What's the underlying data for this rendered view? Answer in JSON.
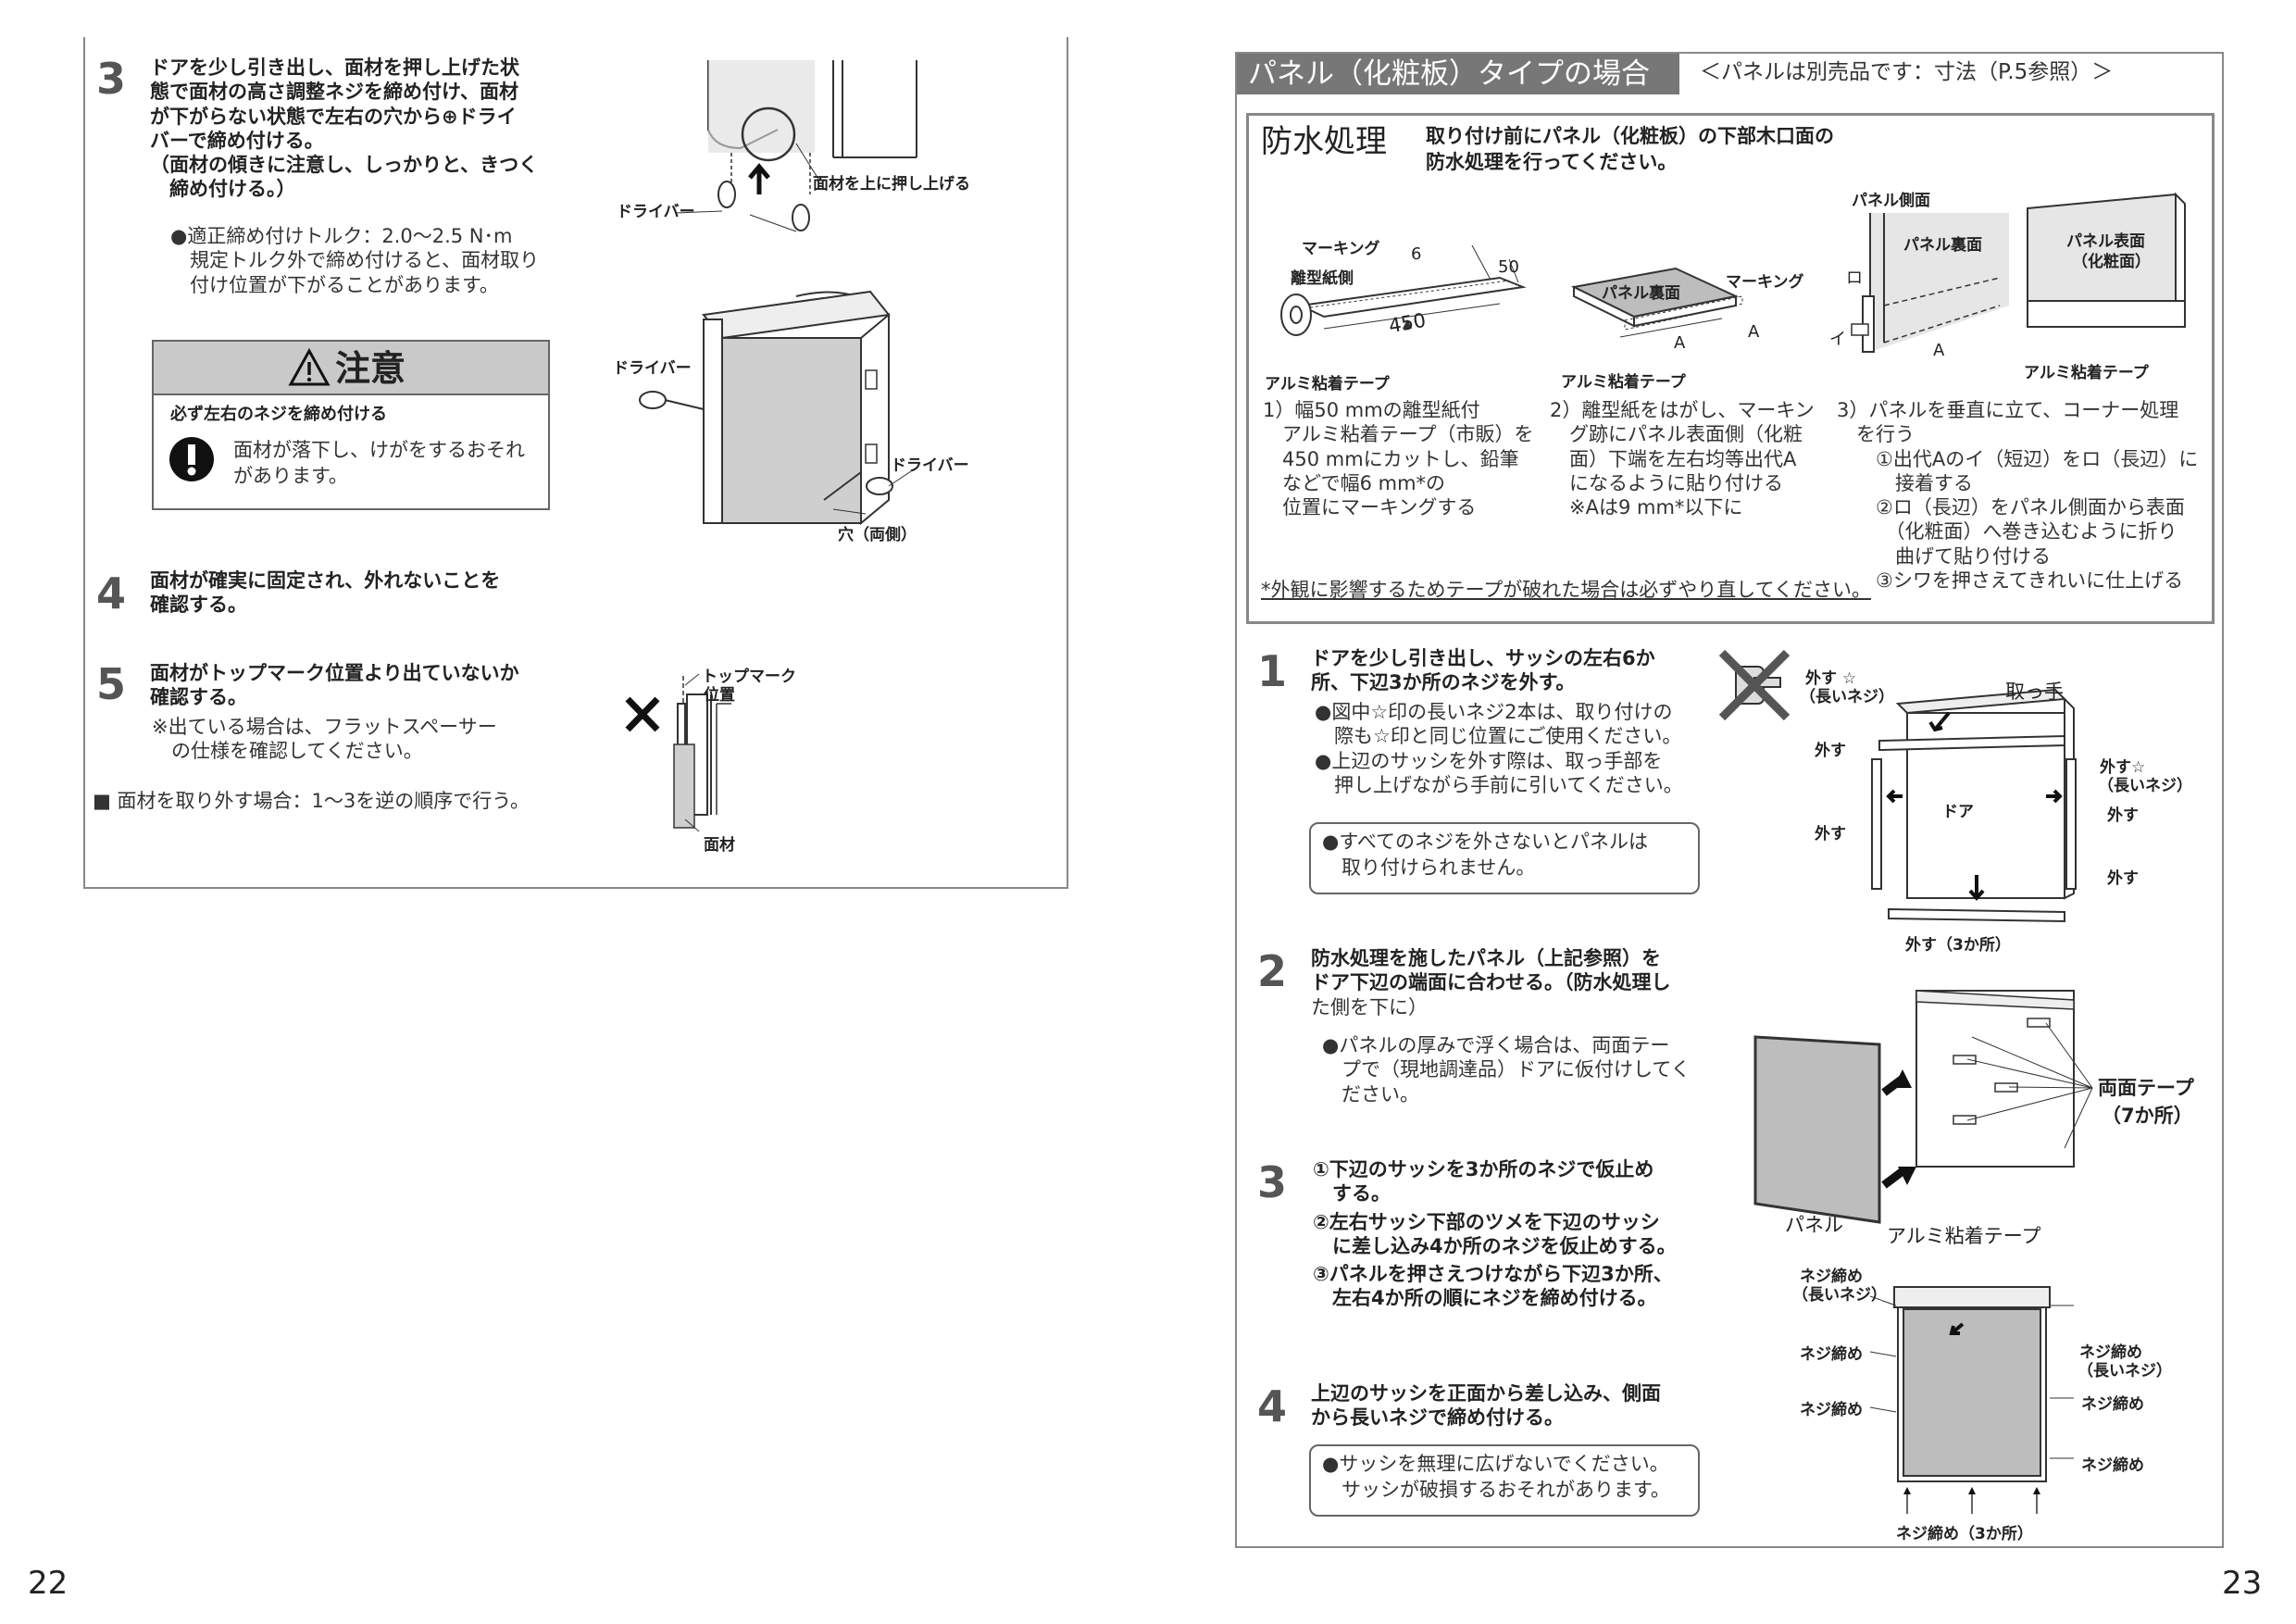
{
  "left": {
    "step3": {
      "num": "3",
      "lines": [
        "ドアを少し引き出し、面材を押し上げた状",
        "態で面材の高さ調整ネジを締め付け、面材",
        "が下がらない状態で左右の穴から⊕ドライ",
        "バーで締め付ける。",
        "（面材の傾きに注意し、しっかりと、きつく",
        "　締め付ける。）"
      ],
      "bullet": [
        "●適正締め付けトルク：2.0〜2.5 N･m",
        "　規定トルク外で締め付けると、面材取り",
        "　付け位置が下がることがあります。"
      ],
      "fig_labels": {
        "driver1": "ドライバー",
        "push_up": "面材を上に押し上げる",
        "driver2": "ドライバー",
        "driver3": "ドライバー",
        "hole": "穴（両側）"
      }
    },
    "caution": {
      "title": "注意",
      "line1": "必ず左右のネジを締め付ける",
      "line2": "面材が落下し、けがをするおそれ",
      "line3": "があります。"
    },
    "step4": {
      "num": "4",
      "lines": [
        "面材が確実に固定され、外れないことを",
        "確認する。"
      ]
    },
    "step5": {
      "num": "5",
      "lines": [
        "面材がトップマーク位置より出ていないか",
        "確認する。"
      ],
      "note": [
        "※出ている場合は、フラットスペーサー",
        "　の仕様を確認してください。"
      ],
      "fig_labels": {
        "top_mark": "トップマーク",
        "position": "位置",
        "panel": "面材"
      }
    },
    "remove_note": "■ 面材を取り外す場合：1〜3を逆の順序で行う。",
    "page": "22"
  },
  "right": {
    "header": {
      "title": "パネル（化粧板）タイプの場合",
      "note": "＜パネルは別売品です：寸法（P.5参照）＞"
    },
    "waterproof": {
      "title": "防水処理",
      "desc": [
        "取り付け前にパネル（化粧板）の下部木口面の",
        "防水処理を行ってください。"
      ],
      "fig1": {
        "marking": "マーキング",
        "release": "離型紙側",
        "d6": "6",
        "d50": "50",
        "d450": "450",
        "tape": "アルミ粘着テープ"
      },
      "fig2": {
        "back": "パネル裏面",
        "marking": "マーキング",
        "A1": "A",
        "A2": "A",
        "tape": "アルミ粘着テープ"
      },
      "fig3": {
        "side": "パネル側面",
        "back": "パネル裏面",
        "front1": "パネル表面",
        "front2": "（化粧面）",
        "ro": "ロ",
        "i": "イ",
        "A": "A",
        "tape": "アルミ粘着テープ"
      },
      "col1": [
        "1）幅50 mmの離型紙付",
        "　アルミ粘着テープ（市販）を",
        "　450 mmにカットし、鉛筆",
        "　などで幅6 mm*の",
        "　位置にマーキングする"
      ],
      "col2": [
        "2）離型紙をはがし、マーキン",
        "　グ跡にパネル表面側（化粧",
        "　面）下端を左右均等出代A",
        "　になるように貼り付ける",
        "　※Aは9 mm*以下に"
      ],
      "col3": [
        "3）パネルを垂直に立て、コーナー処理",
        "　を行う",
        "　　①出代Aのイ（短辺）をロ（長辺）に",
        "　　　接着する",
        "　　②ロ（長辺）をパネル側面から表面",
        "　　　（化粧面）へ巻き込むように折り",
        "　　　曲げて貼り付ける",
        "　　③シワを押さえてきれいに仕上げる"
      ],
      "footnote": "*外観に影響するためテープが破れた場合は必ずやり直してください。"
    },
    "step1": {
      "num": "1",
      "lines": [
        "ドアを少し引き出し、サッシの左右6か",
        "所、下辺3か所のネジを外す。"
      ],
      "bullets": [
        "●図中☆印の長いネジ2本は、取り付けの",
        "　際も☆印と同じ位置にご使用ください。",
        "●上辺のサッシを外す際は、取っ手部を",
        "　押し上げながら手前に引いてください。"
      ],
      "box": [
        "●すべてのネジを外さないとパネルは",
        "　取り付けられません。"
      ],
      "fig": {
        "remove_star": "外す ☆",
        "long_screw": "（長いネジ）",
        "handle": "取っ手",
        "remove_l1": "外す",
        "remove_l2": "外す",
        "remove_r_star": "外す☆",
        "long_screw_r": "（長いネジ）",
        "remove_r1": "外す",
        "remove_r2": "外す",
        "door": "ドア",
        "remove_bottom": "外す（3か所）"
      }
    },
    "step2": {
      "num": "2",
      "lines": [
        "防水処理を施したパネル（上記参照）を",
        "ドア下辺の端面に合わせる。（防水処理し",
        "た側を下に）"
      ],
      "bullets": [
        "●パネルの厚みで浮く場合は、両面テー",
        "　プで（現地調達品）ドアに仮付けしてく",
        "　ださい。"
      ],
      "fig": {
        "tape": "両面テープ",
        "tape_count": "（7か所）",
        "panel": "パネル",
        "al_tape": "アルミ粘着テープ"
      }
    },
    "step3": {
      "num": "3",
      "lines": [
        "①下辺のサッシを3か所のネジで仮止め",
        "　する。",
        "②左右サッシ下部のツメを下辺のサッシ",
        "　に差し込み4か所のネジを仮止めする。",
        "③パネルを押さえつけながら下辺3か所、",
        "　左右4か所の順にネジを締め付ける。"
      ],
      "fig": {
        "tight_long": "ネジ締め",
        "long_screw": "（長いネジ）",
        "tight_l1": "ネジ締め",
        "tight_l2": "ネジ締め",
        "tight_r_long": "ネジ締め",
        "long_screw_r": "（長いネジ）",
        "tight_r1": "ネジ締め",
        "tight_r2": "ネジ締め",
        "tight_bottom": "ネジ締め（3か所）"
      }
    },
    "step4": {
      "num": "4",
      "lines": [
        "上辺のサッシを正面から差し込み、側面",
        "から長いネジで締め付ける。"
      ],
      "box": [
        "●サッシを無理に広げないでください。",
        "　サッシが破損するおそれがあります。"
      ]
    },
    "page": "23"
  }
}
